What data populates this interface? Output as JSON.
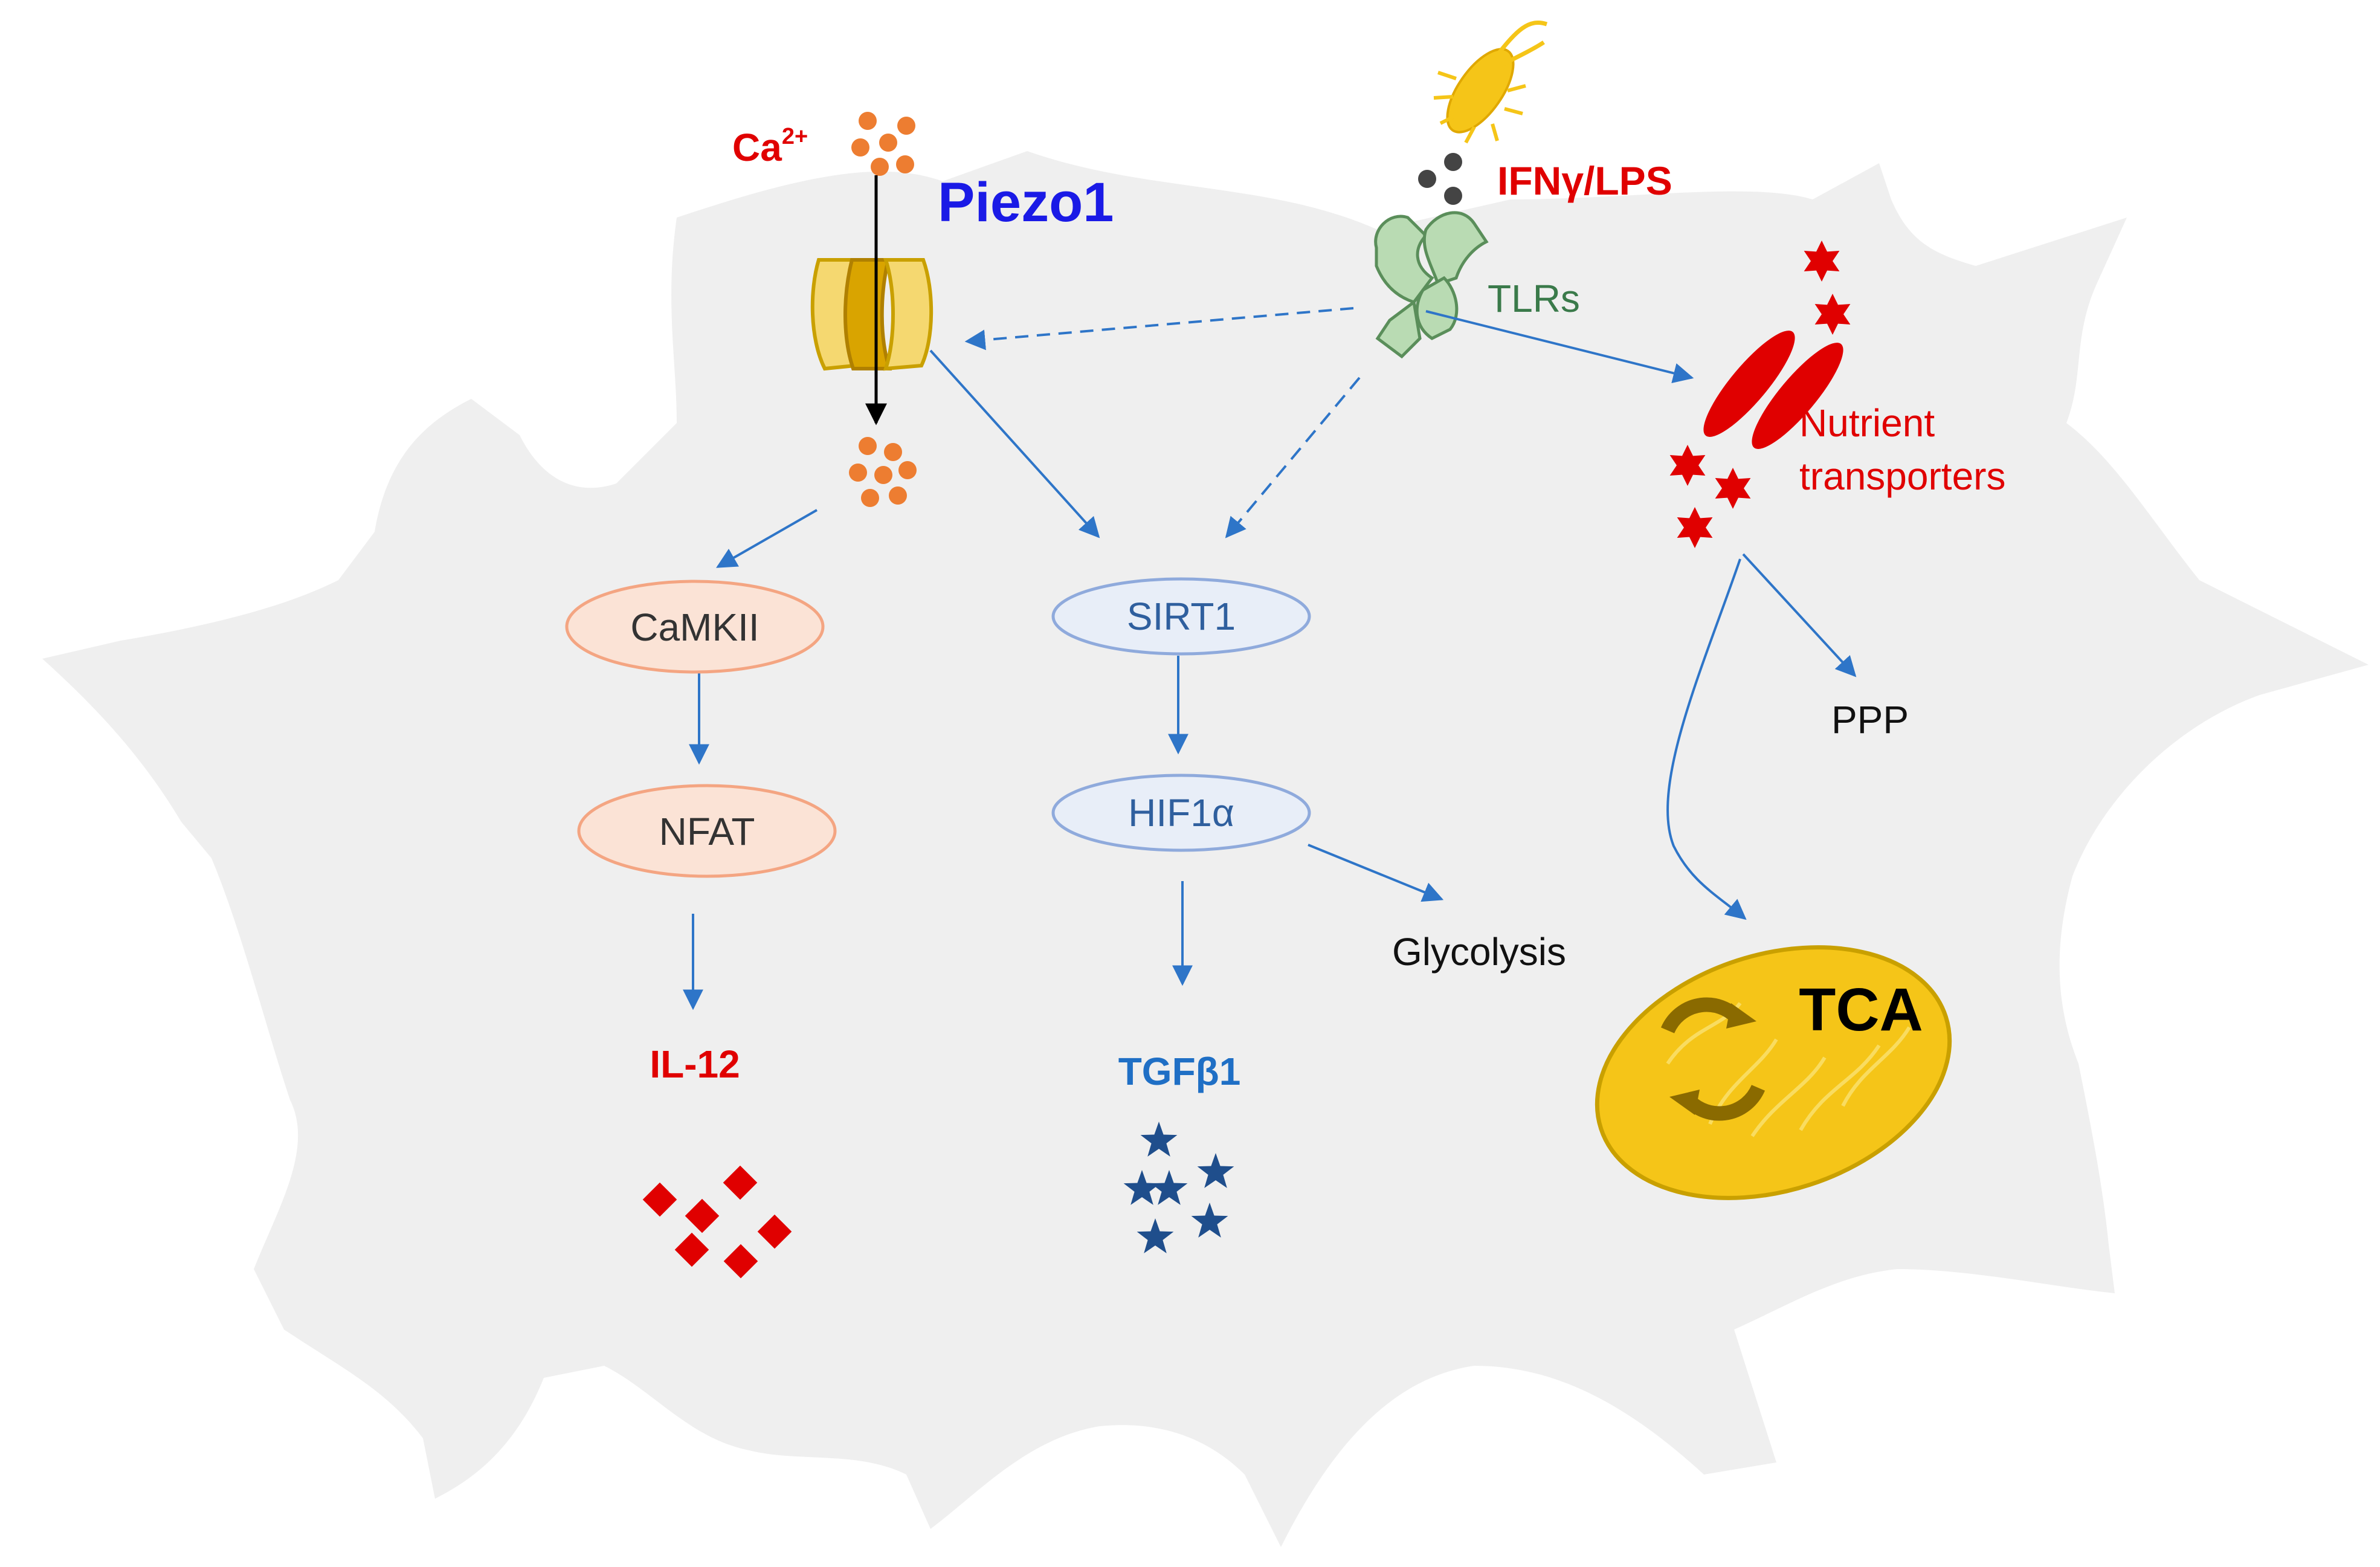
{
  "labels": {
    "ca": "Ca",
    "ca_sup": "2+",
    "piezo1": "Piezo1",
    "ifn_lps": "IFNγ/LPS",
    "tlrs": "TLRs",
    "nutrient_line1": "Nutrient",
    "nutrient_line2": "transporters",
    "camkii": "CaMKII",
    "nfat": "NFAT",
    "il12": "IL-12",
    "sirt1": "SIRT1",
    "hif1a": "HIF1α",
    "tgfb1": "TGFβ1",
    "glycolysis": "Glycolysis",
    "ppp": "PPP",
    "tca": "TCA"
  },
  "colors": {
    "cell": "#efefef",
    "arrow_blue": "#2e75c8",
    "red_text": "#e00000",
    "piezo_blue": "#1a1ae6",
    "tlr_green": "#3a7a4a",
    "ca_orange": "#ed7d31",
    "salmon_fill": "#fbe3d6",
    "salmon_stroke": "#f4a582",
    "blue_ellipse_fill": "#e8eef8",
    "blue_ellipse_stroke": "#8faadc",
    "tgf_blue": "#1f6fc5",
    "star_blue": "#1f4e8c",
    "mito_fill": "#f5c518",
    "mito_stroke": "#c9a000",
    "tca_cycle": "#8a6a00"
  },
  "icons": [
    "bacterium-icon",
    "piezo-channel-icon",
    "tlr-receptor-icon",
    "nutrient-transporter-icon",
    "mitochondrion-icon",
    "cycle-icon"
  ]
}
